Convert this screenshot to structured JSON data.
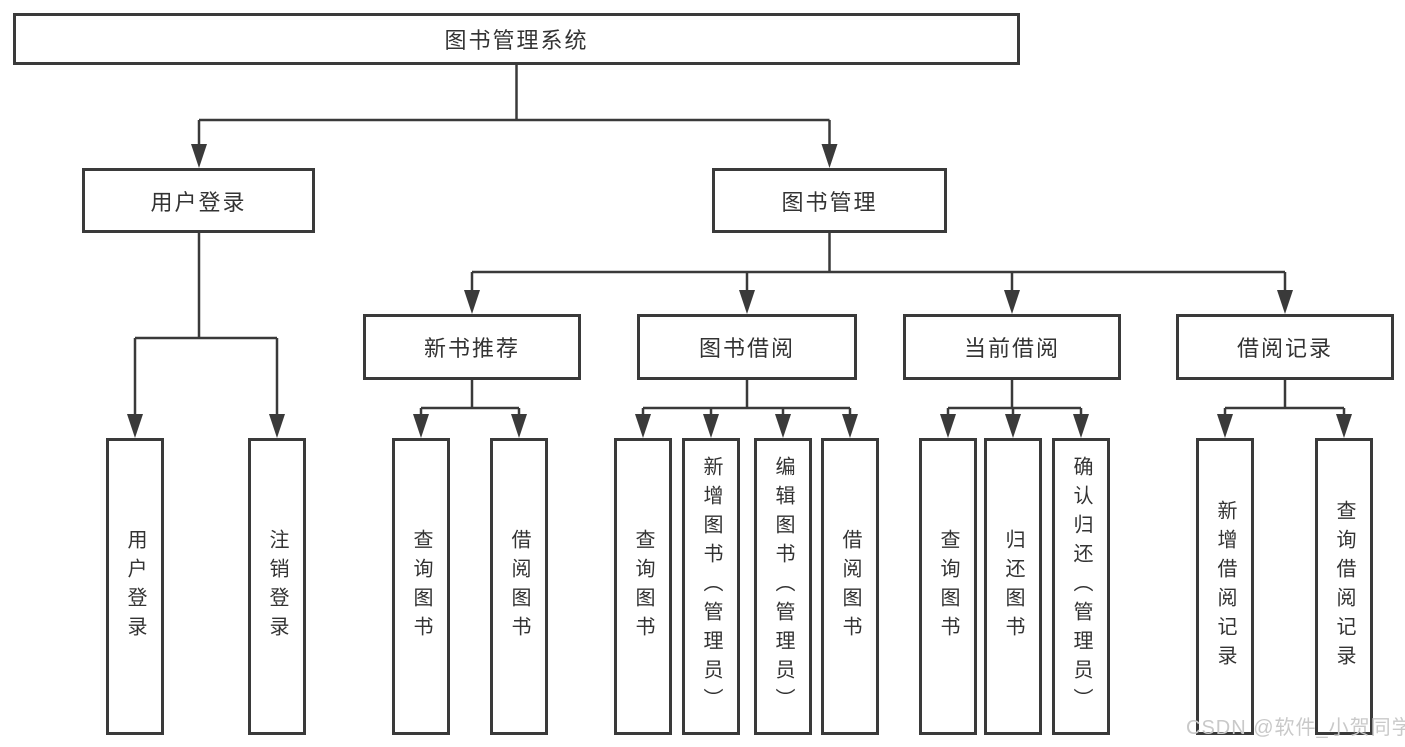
{
  "colors": {
    "line": "#3a3a3a",
    "text": "#333333",
    "watermark": "#c9c9c9",
    "background": "#ffffff"
  },
  "root": {
    "label": "图书管理系统",
    "children": [
      {
        "label": "用户登录",
        "children": [
          {
            "label": "用户登录"
          },
          {
            "label": "注销登录"
          }
        ]
      },
      {
        "label": "图书管理",
        "children": [
          {
            "label": "新书推荐",
            "children": [
              {
                "label": "查询图书"
              },
              {
                "label": "借阅图书"
              }
            ]
          },
          {
            "label": "图书借阅",
            "children": [
              {
                "label": "查询图书"
              },
              {
                "label": "新增图书（管理员）"
              },
              {
                "label": "编辑图书（管理员）"
              },
              {
                "label": "借阅图书"
              }
            ]
          },
          {
            "label": "当前借阅",
            "children": [
              {
                "label": "查询图书"
              },
              {
                "label": "归还图书"
              },
              {
                "label": "确认归还（管理员）"
              }
            ]
          },
          {
            "label": "借阅记录",
            "children": [
              {
                "label": "新增借阅记录"
              },
              {
                "label": "查询借阅记录"
              }
            ]
          }
        ]
      }
    ]
  },
  "watermark": {
    "text": "CSDN @软件_小贺同学"
  }
}
